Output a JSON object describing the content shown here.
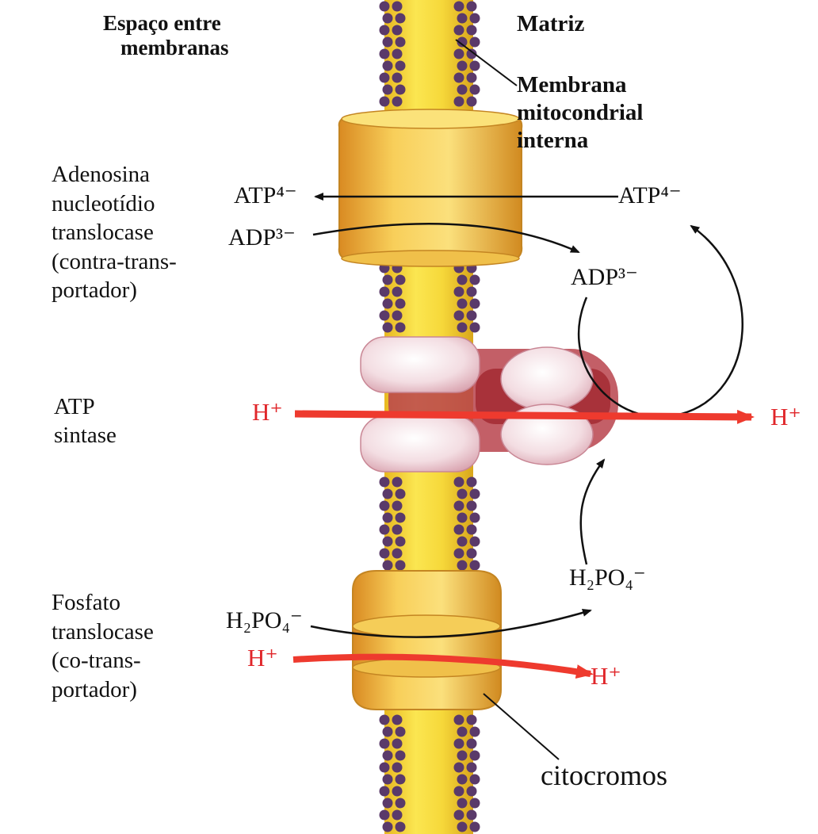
{
  "labels": {
    "intermembrane_space": [
      "Espaço entre",
      "membranas"
    ],
    "matrix": "Matriz",
    "inner_membrane": [
      "Membrana",
      "mitocondrial",
      "interna"
    ],
    "adenine_translocase": [
      "Adenosina",
      "nucleotídio",
      "translocase",
      "(contra-trans-",
      "portador)"
    ],
    "atp_synthase": [
      "ATP",
      "sintase"
    ],
    "phosphate_translocase": [
      "Fosfato",
      "translocase",
      "(co-trans-",
      "portador)"
    ],
    "cytochromes": "citocromos"
  },
  "species": {
    "atp_left": "ATP⁴⁻",
    "adp_left": "ADP³⁻",
    "atp_right": "ATP⁴⁻",
    "adp_right": "ADP³⁻",
    "proton_synthase_left": "H⁺",
    "proton_synthase_right": "H⁺",
    "phosphate_left": "H₂PO₄⁻",
    "phosphate_right": "H₂PO₄⁻",
    "proton_phosphate_left": "H⁺",
    "proton_phosphate_right": "H⁺"
  },
  "colors": {
    "membrane_core": "#f3d431",
    "lipid_head": "#5a3a6a",
    "translocase_body": "#f2b43a",
    "synthase_body": "#a8323a",
    "proton_arrow": "#ee3a2e"
  }
}
